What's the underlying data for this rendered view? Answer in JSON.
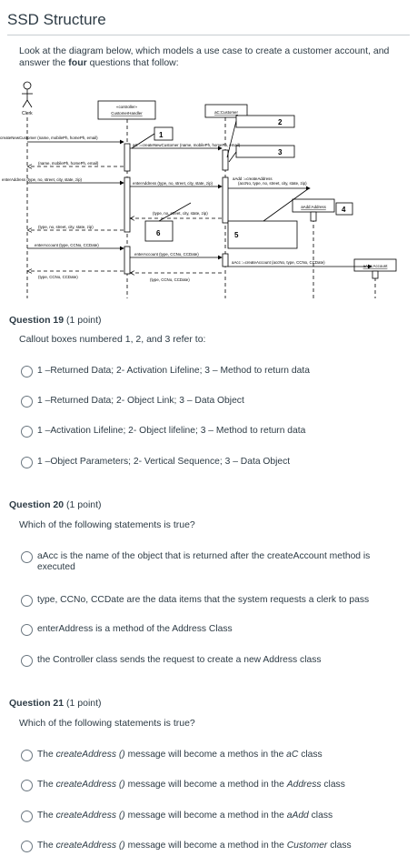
{
  "page": {
    "title": "SSD Structure",
    "intro_before": "Look at the diagram below, which models a use case to create a customer account, and answer the ",
    "intro_bold": "four",
    "intro_after": " questions that follow:"
  },
  "diagram": {
    "actor_label": "Clerk",
    "controller_stereotype": "«controller»",
    "controller_name": "CustomerHandler",
    "customer_object": "aC:Customer",
    "address_object": "aAdd:Address",
    "account_object": "aAcc:Account",
    "callouts": [
      "1",
      "2",
      "3",
      "4",
      "5",
      "6"
    ],
    "messages": {
      "m1": "createNewCustomer (name, mobilePh, homePh, email)",
      "m2": "aC :=createNewCustomer (name, mobilePh, homePh, email)",
      "m3": "(name, mobilePh, homePh, email)",
      "m4": "enterAddress (type, no, street, city, state, zip)",
      "m5": "enterAddress (type, no, street, city, state, zip)",
      "m6": "aAdd :=createAddress",
      "m6b": "(accNo, type, no, street, city, state, zip)",
      "m7": "(type, no, street, city, state, zip)",
      "m8": "(type, no, street, city, state, zip)",
      "m9": "enterAccount (type, CCNo, CCDate)",
      "m10": "enterAccount (type, CCNo, CCDate)",
      "m11": "aAcc :=createAccount (accNo, type, CCNo, CCDate)",
      "m12": "(type, CCNo, CCDate)",
      "m13": "(type, CCNo, CCDate)"
    }
  },
  "questions": [
    {
      "number_label": "Question 19",
      "points": "(1 point)",
      "text": "Callout boxes numbered 1, 2, and 3 refer to:",
      "options": [
        "1 –Returned Data; 2- Activation Lifeline; 3 – Method to return data",
        "1 –Returned Data; 2- Object Link; 3 – Data Object",
        "1 –Activation Lifeline; 2- Object lifeline; 3 – Method to return data",
        "1 –Object Parameters; 2- Vertical Sequence; 3 – Data Object"
      ]
    },
    {
      "number_label": "Question 20",
      "points": "(1 point)",
      "text": "Which of the following statements is true?",
      "options": [
        "aAcc is the name of the object that is returned after the createAccount method is executed",
        "type, CCNo, CCDate are the data items that the system requests a clerk to pass",
        "enterAddress is a method of the Address Class",
        "the Controller class sends the request to create a new Address class"
      ]
    },
    {
      "number_label": "Question 21",
      "points": "(1 point)",
      "text": "Which of the following statements is true?",
      "options_rich": [
        {
          "a": "The ",
          "b": "createAddress ()",
          "c": " message will become a methos in the ",
          "d": "aC",
          "e": " class"
        },
        {
          "a": "The ",
          "b": "createAddress ()",
          "c": " message will become a method in the ",
          "d": "Address",
          "e": " class"
        },
        {
          "a": "The ",
          "b": "createAddress ()",
          "c": " message will become a method in the ",
          "d": "aAdd",
          "e": " class"
        },
        {
          "a": "The ",
          "b": "createAddress ()",
          "c": " message will become a method in the ",
          "d": "Customer",
          "e": " class"
        }
      ]
    }
  ]
}
